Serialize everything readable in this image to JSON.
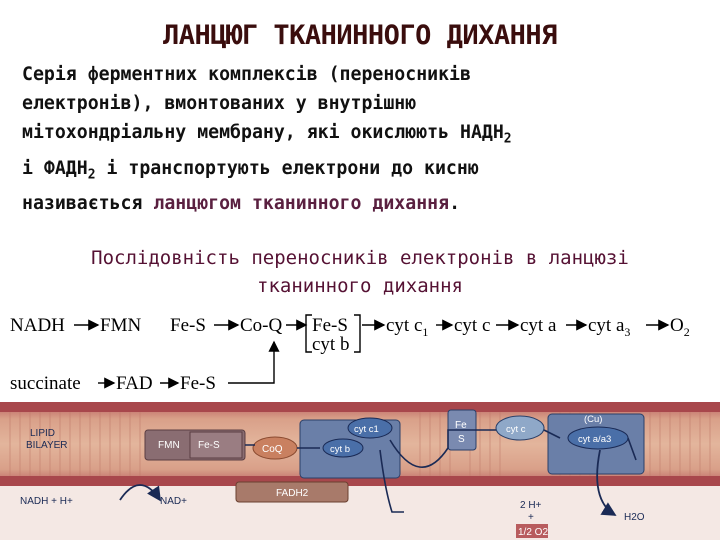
{
  "title": "ЛАНЦЮГ ТКАНИННОГО ДИХАННЯ",
  "intro": {
    "line1": "Серія ферментних комплексів (переносників",
    "line2": "електронів), вмонтованих у внутрішню",
    "line3": "мітохондріальну мембрану, які окислюють НАДН",
    "line3_sub": "2",
    "line4_a": "і ФАДН",
    "line4_sub": "2",
    "line4_b": " і транспортують електрони до кисню",
    "line5_a": "називається ",
    "line5_highlight": "ланцюгом тканинного дихання",
    "line5_b": "."
  },
  "subtitle": {
    "line1": "Послідовність переносників електронів в ланцюзі",
    "line2": "тканинного дихання"
  },
  "chain": {
    "nadh": "NADH",
    "fmn": "FMN",
    "fes1": "Fe-S",
    "coq": "Co-Q",
    "fes2": "Fe-S",
    "cytb": "cyt b",
    "cytc1": "cyt c",
    "cytc1_sub": "1",
    "cytc": "cyt c",
    "cyta": "cyt a",
    "cyta3": "cyt a",
    "cyta3_sub": "3",
    "o2": "O",
    "o2_sub": "2",
    "succinate": "succinate",
    "fad": "FAD",
    "fes3": "Fe-S"
  },
  "membrane": {
    "lipid_label1": "LIPID",
    "lipid_label2": "BILAYER",
    "fmn": "FMN",
    "fes": "Fe-S",
    "coq": "CoQ",
    "cytb": "cyt b",
    "cytc1": "cyt c1",
    "fes_vertical1": "Fe",
    "fes_vertical2": "S",
    "cytc": "cyt c",
    "cu": "(Cu)",
    "cyt_aa3": "cyt a/a3",
    "fadh2": "FADH2",
    "nadh_h": "NADH + H+",
    "nad": "NAD+",
    "two_h": "2 H+",
    "plus": "+",
    "half_o2": "1/2 O2",
    "h2o": "H2O",
    "colors": {
      "bilayer": "#c98b6a",
      "heads": "#b0565a",
      "fmn_box": "#7a5a5a",
      "coq_oval": "#c98060",
      "cyt_blue": "#4a6fa8",
      "cyt_c_light": "#8fa8c8",
      "arrow": "#1a2a55"
    }
  }
}
